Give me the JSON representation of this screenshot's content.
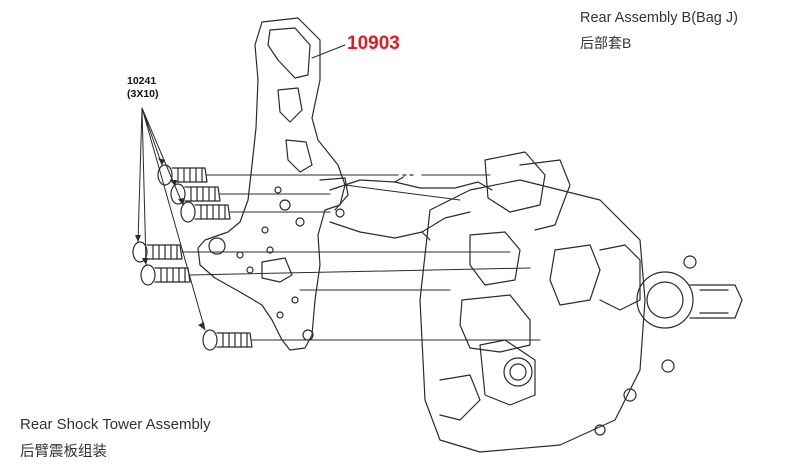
{
  "header": {
    "title_en": "Rear Assembly B(Bag J)",
    "title_cn": "后部套B"
  },
  "callouts": {
    "tower_part_number": "10903",
    "screw_part_number": "10241",
    "screw_size": "(3X10)"
  },
  "caption": {
    "en": "Rear Shock Tower Assembly",
    "cn": "后臂震板组装"
  },
  "colors": {
    "part_number_red": "#e8191f",
    "line_art": "#2b2b2b",
    "text": "#333333"
  }
}
